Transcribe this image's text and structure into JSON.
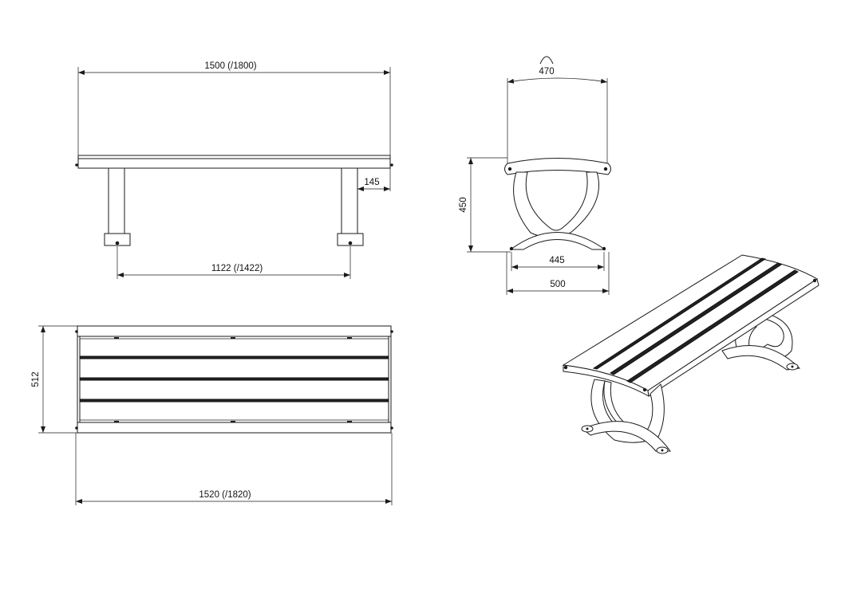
{
  "front_view": {
    "overall_length": "1500 (/1800)",
    "seat_overhang": "145",
    "leg_spacing": "1122 (/1422)"
  },
  "side_view": {
    "seat_depth": "470",
    "seat_height": "450",
    "foot_inner": "445",
    "foot_outer": "500"
  },
  "top_view": {
    "width": "512",
    "length": "1520 (/1820)"
  },
  "colors": {
    "line": "#1a1a1a",
    "background": "#ffffff",
    "slat_gap": "#222222"
  }
}
